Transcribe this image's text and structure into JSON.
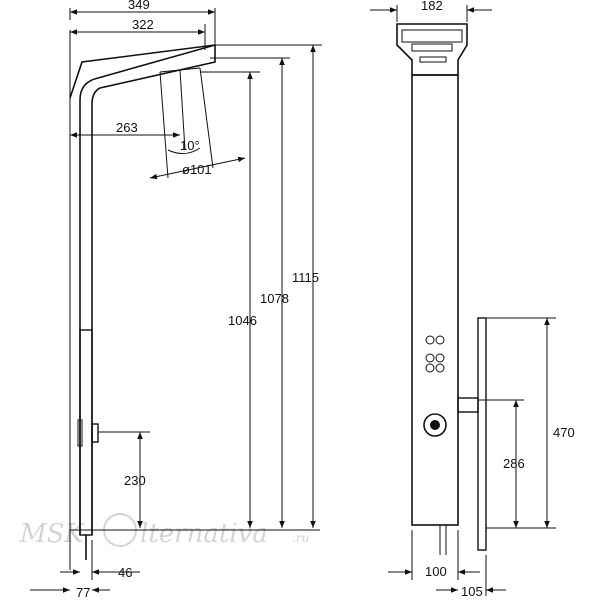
{
  "dimensions": {
    "width_total": "349",
    "width_spout": "322",
    "reach": "263",
    "angle": "10°",
    "head_diameter": "ø101",
    "height_1046": "1046",
    "height_1078": "1078",
    "height_1115": "1115",
    "inlet_height": "230",
    "base_offset": "77",
    "inlet_offset": "46",
    "head_width": "182",
    "body_width": "100",
    "hand_offset": "105",
    "rail_height": "470",
    "holder_height": "286"
  },
  "watermark": {
    "left": "MSK-",
    "right": "lternativa",
    "suffix": ".ru"
  }
}
